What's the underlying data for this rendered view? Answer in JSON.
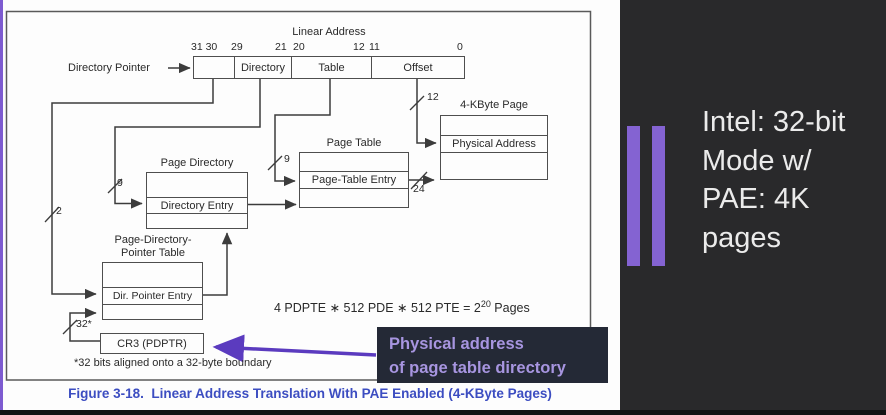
{
  "figure": {
    "caption": "Figure 3-18.  Linear Address Translation With PAE Enabled (4-KByte Pages)",
    "caption_color": "#3c4dc1",
    "linear_address": {
      "title": "Linear Address",
      "pointer_label": "Directory Pointer",
      "bit_labels": [
        "31 30",
        "29",
        "21",
        "20",
        "12",
        "11",
        "0"
      ],
      "fields": [
        "",
        "Directory",
        "Table",
        "Offset"
      ]
    },
    "boxes": {
      "page_directory": {
        "title": "Page Directory",
        "entry": "Directory Entry"
      },
      "page_table": {
        "title": "Page Table",
        "entry": "Page-Table Entry"
      },
      "page_4k": {
        "title": "4-KByte Page",
        "entry": "Physical Address"
      },
      "pdpt": {
        "title_line1": "Page-Directory-",
        "title_line2": "Pointer Table",
        "entry": "Dir. Pointer Entry"
      },
      "cr3": {
        "label": "CR3 (PDPTR)"
      }
    },
    "bus_widths": {
      "pointer_bits": "2",
      "directory_bits": "9",
      "table_bits": "9",
      "offset_bits": "12",
      "frame_bits": "24",
      "cr3_bits": "32*"
    },
    "formula": {
      "prefix": "4 PDPTE ∗ 512 PDE ∗ 512 PTE = 2",
      "exponent": "20",
      "suffix": " Pages"
    },
    "footnote": "*32 bits aligned onto a 32-byte boundary",
    "callout": {
      "line1": "Physical address",
      "line2": "of page table directory",
      "bg": "#242936",
      "text_color": "#a795e0",
      "arrow_color": "#5b3bbf"
    }
  },
  "slide": {
    "heading_lines": [
      "Intel: 32-bit",
      "Mode w/",
      "PAE: 4K",
      "pages"
    ],
    "accent_color": "#8463d2",
    "background": "#29292b"
  }
}
